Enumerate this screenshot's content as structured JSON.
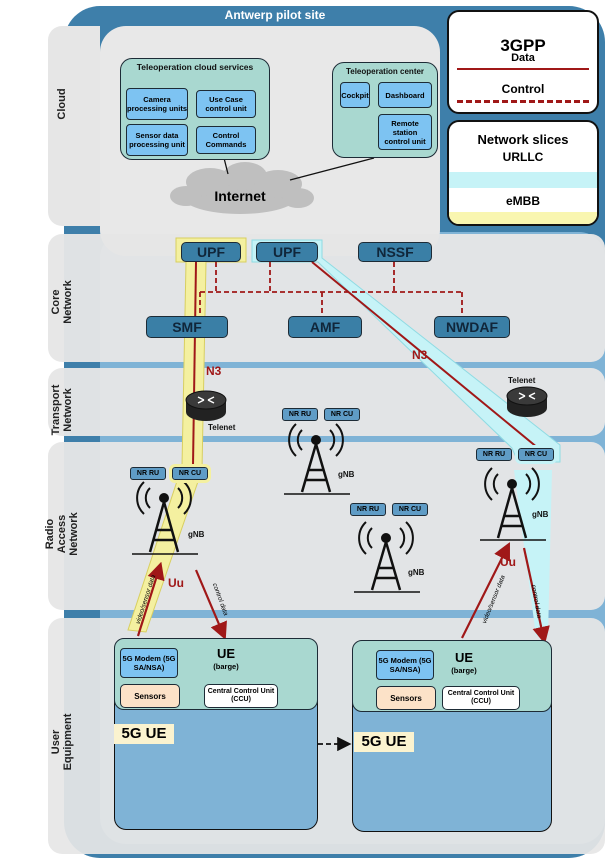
{
  "header": {
    "site_title": "Antwerp pilot site"
  },
  "rows": {
    "cloud": "Cloud",
    "core": "Core Network",
    "transport": "Transport Network",
    "ran": "Radio Access Network",
    "ue": "User Equipment"
  },
  "legend_3gpp": {
    "title": "3GPP",
    "data": "Data",
    "control": "Control"
  },
  "legend_slices": {
    "title": "Network slices",
    "urllc": "URLLC",
    "embb": "eMBB",
    "urllc_color": "#c6f3f7",
    "embb_color": "#f9f6b0"
  },
  "cloud": {
    "services_title": "Teleoperation cloud services",
    "camera_unit": "Camera processing units",
    "use_case_unit": "Use Case control unit",
    "sensor_unit": "Sensor data processing unit",
    "control_commands": "Control Commands",
    "center_title": "Teleoperation center",
    "cockpit": "Cockpit",
    "dashboard": "Dashboard",
    "remote_station": "Remote station control unit",
    "internet": "Internet"
  },
  "core": {
    "upf1": "UPF",
    "upf2": "UPF",
    "nssf": "NSSF",
    "smf": "SMF",
    "amf": "AMF",
    "nwdaf": "NWDAF"
  },
  "links": {
    "n3_left": "N3",
    "n3_right": "N3",
    "uu_left": "Uu",
    "uu_right": "Uu",
    "uplink_left": "video/sensor data",
    "downlink_left": "control data",
    "uplink_right": "video/sensor data",
    "downlink_right": "control data"
  },
  "transport": {
    "router_left": "Telenet",
    "router_right": "Telenet"
  },
  "ran": {
    "nr_ru": "NR RU",
    "nr_cu": "NR CU",
    "gnb": "gNB"
  },
  "ue_left": {
    "title": "UE",
    "subtitle": "(barge)",
    "modem": "5G Modem (5G SA/NSA)",
    "sensors": "Sensors",
    "ccu": "Central Control Unit (CCU)",
    "tag": "5G UE"
  },
  "ue_right": {
    "title": "UE",
    "subtitle": "(barge)",
    "modem": "5G Modem (5G SA/NSA)",
    "sensors": "Sensors",
    "ccu": "Central Control Unit (CCU)",
    "tag": "5G UE"
  },
  "colors": {
    "control": "#a01818",
    "core_box": "#3a7fa6",
    "site": "#3e7faa",
    "site_inner": "#7fb3d6"
  }
}
